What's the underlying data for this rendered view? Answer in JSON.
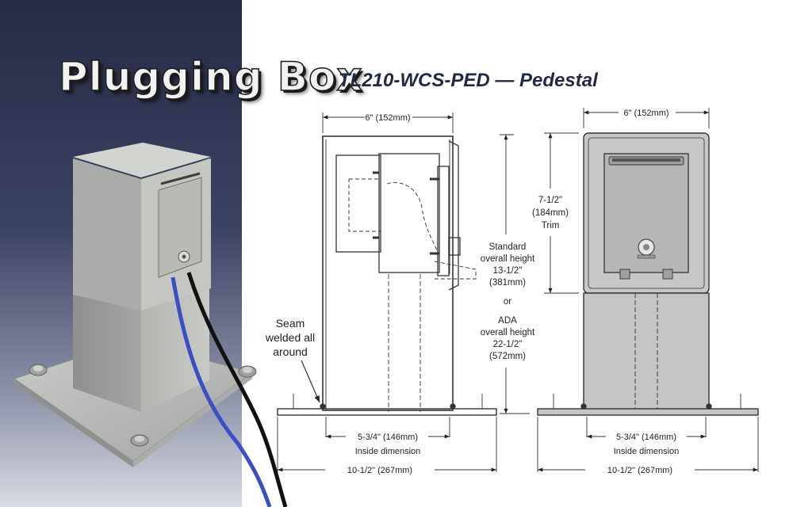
{
  "title": "Plugging Box",
  "subtitle": "TL210-WCS-PED — Pedestal",
  "callout": {
    "seam_lines": [
      "Seam",
      "welded all",
      "around"
    ]
  },
  "side_view": {
    "top_width": "6\" (152mm)",
    "inside_dimension": "5-3/4\" (146mm)",
    "inside_dimension_label": "Inside dimension",
    "base_width": "10-1/2\" (267mm)"
  },
  "front_view": {
    "top_width": "6\" (152mm)",
    "trim_lines": [
      "7-1/2\"",
      "(184mm)",
      "Trim"
    ],
    "inside_dimension": "5-3/4\" (146mm)",
    "inside_dimension_label": "Inside dimension",
    "base_width": "10-1/2\" (267mm)"
  },
  "height_notes": {
    "standard_lines": [
      "Standard",
      "overall height",
      "13-1/2\"",
      "(381mm)"
    ],
    "or": "or",
    "ada_lines": [
      "ADA",
      "overall height",
      "22-1/2\"",
      "(572mm)"
    ]
  },
  "colors": {
    "photo_backdrop": "#3c4262",
    "title_fill": "#f2f2f2",
    "subtitle": "#1f2a44",
    "drawing_line": "#333333",
    "enclosure_gray": "#b9bbb8",
    "cable_blue": "#3a4fc4",
    "cable_black": "#111111"
  }
}
